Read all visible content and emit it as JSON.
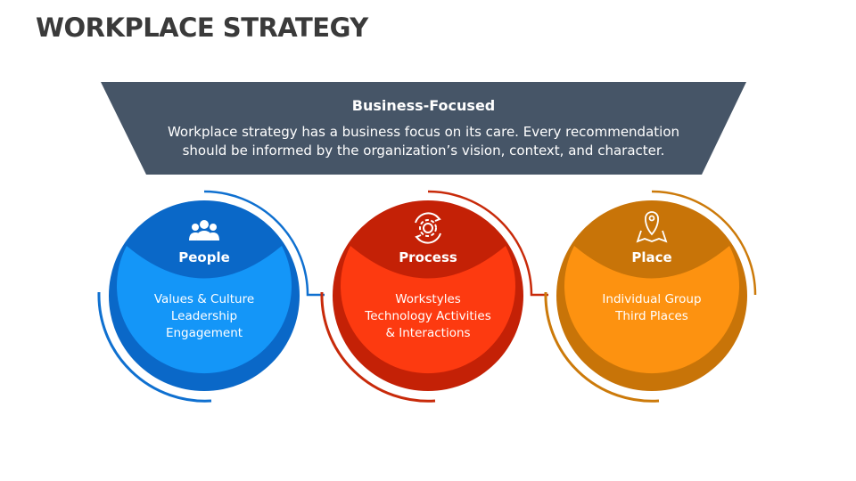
{
  "title": "WORKPLACE STRATEGY",
  "banner": {
    "heading": "Business-Focused",
    "body_line1": "Workplace strategy has a business focus on its care. Every recommendation",
    "body_line2": "should be informed by the organization’s vision, context, and character."
  },
  "pillars": [
    {
      "label": "People",
      "icon": "people-icon",
      "items": [
        "Values & Culture",
        "Leadership",
        "Engagement"
      ],
      "color_dark": "#0a68c8",
      "color_light": "#1496f8",
      "arc_color": "#0f70d0"
    },
    {
      "label": "Process",
      "icon": "gear-cycle-icon",
      "items": [
        "Workstyles",
        "Technology Activities",
        "& Interactions"
      ],
      "color_dark": "#c42106",
      "color_light": "#fd3a10",
      "arc_color": "#c82a0a"
    },
    {
      "label": "Place",
      "icon": "map-pin-icon",
      "items": [
        "Individual Group",
        "Third Places"
      ],
      "color_dark": "#c87408",
      "color_light": "#fd9210",
      "arc_color": "#cc7a0a"
    }
  ],
  "colors": {
    "banner": "#465567",
    "title": "#3a3a3a"
  }
}
